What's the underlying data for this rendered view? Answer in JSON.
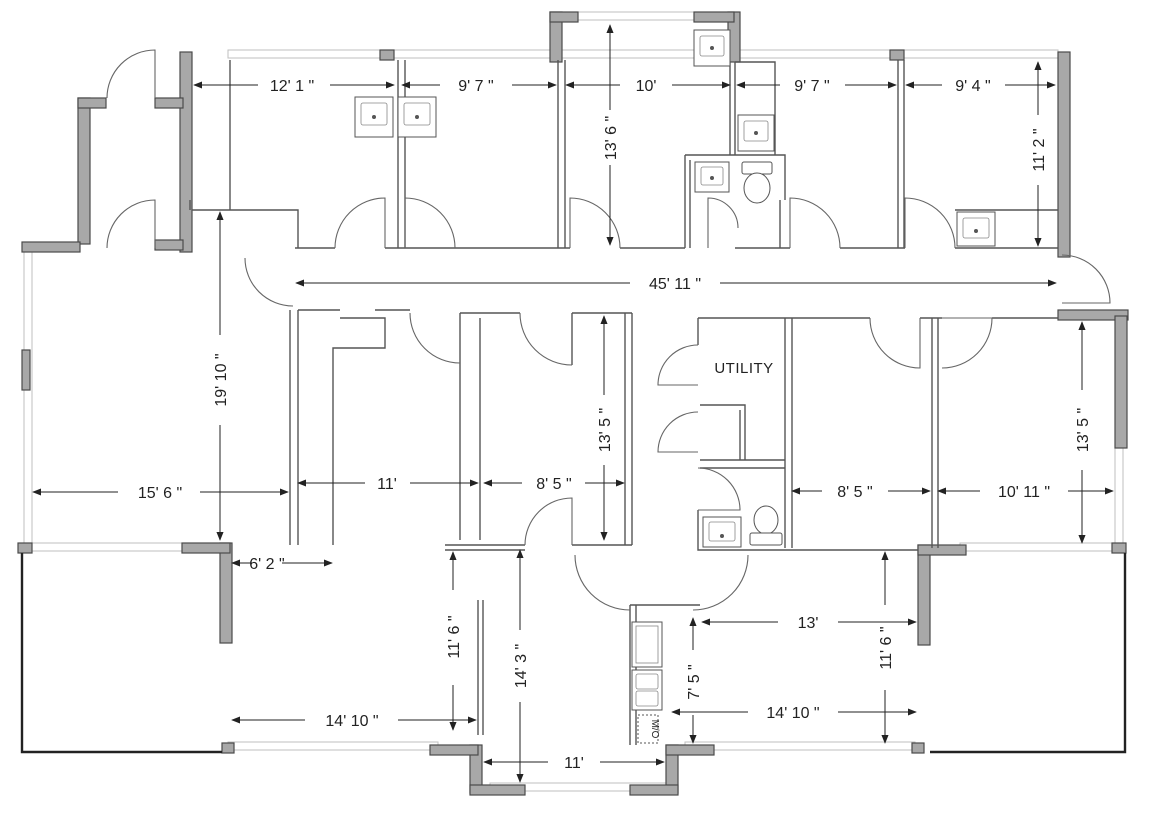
{
  "room_labels": {
    "utility": "UTILITY"
  },
  "appliance_labels": {
    "microwave": "M/O"
  },
  "dimensions": {
    "top_office_1_width": "12' 1 \"",
    "top_office_2_width": "9' 7 \"",
    "top_office_3_width": "10'",
    "top_office_4_width": "9' 7 \"",
    "top_office_5_width": "9' 4 \"",
    "top_office_3_depth": "13' 6 \"",
    "top_office_5_depth": "11' 2 \"",
    "corridor_length": "45' 11 \"",
    "left_room_depth": "19' 10 \"",
    "left_room_width": "15' 6 \"",
    "nook_width": "6' 2 \"",
    "mid_office_1_width": "11'",
    "mid_office_2_width": "8' 5 \"",
    "mid_office_2_depth": "13' 5 \"",
    "right_office_1_width": "8' 5 \"",
    "right_office_2_width": "10' 11 \"",
    "right_office_2_depth": "13' 5 \"",
    "lower_left_depth": "11' 6 \"",
    "lower_mid_depth": "14' 3 \"",
    "lower_left_width": "14' 10 \"",
    "lower_entry_width": "11'",
    "lower_right_width_top": "13'",
    "lower_right_depth": "11' 6 \"",
    "kitchen_depth": "7' 5 \"",
    "lower_right_width": "14' 10 \""
  }
}
